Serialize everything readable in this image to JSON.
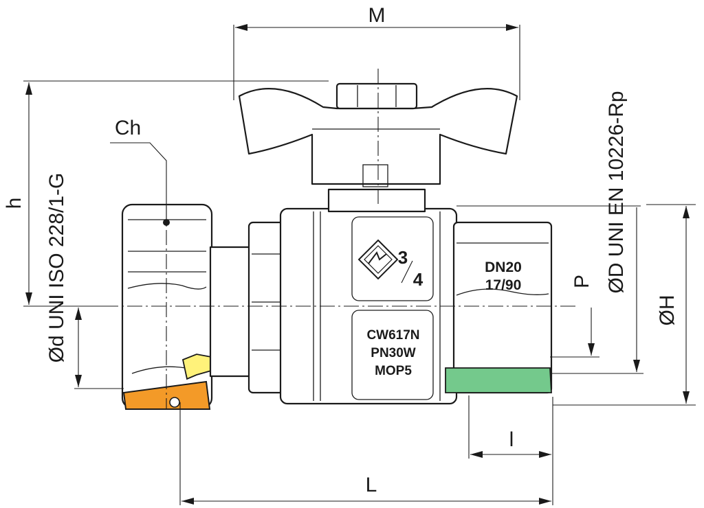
{
  "labels": {
    "M": "M",
    "h": "h",
    "Ch": "Ch",
    "L": "L",
    "l": "l",
    "P": "P",
    "OH": "ØH",
    "Od": "Ød UNI ISO 228/1-G",
    "OD": "ØD UNI EN 10226-Rp"
  },
  "markings": {
    "size_num": "3",
    "size_den": "4",
    "line1": "CW617N",
    "line2": "PN30W",
    "line3": "MOP5",
    "dn": "DN20",
    "ratio": "17/90"
  },
  "colors": {
    "nut_seal": "#f39a28",
    "gasket": "#fff27a",
    "thread": "#74c98c",
    "outline": "#1a1a1a"
  },
  "icons": {
    "logo": "manufacturer-diamond-logo"
  }
}
